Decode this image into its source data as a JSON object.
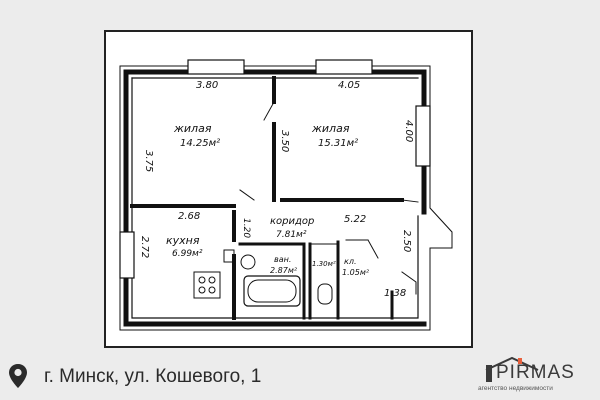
{
  "plan": {
    "rooms": [
      {
        "label": "жилая",
        "area": "14.25м²"
      },
      {
        "label": "жилая",
        "area": "15.31м²"
      },
      {
        "label": "коридор",
        "area": "7.81м²"
      },
      {
        "label": "кухня",
        "area": "6.99м²"
      },
      {
        "label": "ван.",
        "area": "2.87м²"
      },
      {
        "label": "кл.",
        "area": "1.05м²"
      },
      {
        "label": "",
        "area": "1.30м²"
      }
    ],
    "dimensions": [
      "3.80",
      "4.05",
      "3.75",
      "3.50",
      "4.00",
      "2.68",
      "1.20",
      "5.22",
      "2.72",
      "2.50",
      "1.38"
    ]
  },
  "footer": {
    "address": "г. Минск, ул. Кошевого, 1",
    "brand_name": "PIRMAS",
    "brand_tagline": "агентство недвижимости",
    "brand_color": "#e8603c",
    "icon": "location-pin-icon"
  }
}
